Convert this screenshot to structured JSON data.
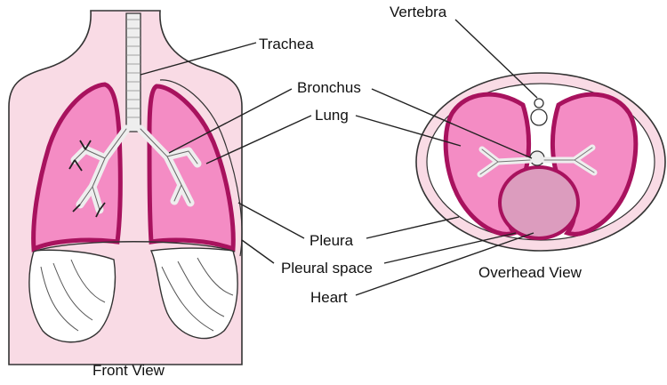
{
  "labels": {
    "trachea": "Trachea",
    "bronchus": "Bronchus",
    "lung": "Lung",
    "pleura": "Pleura",
    "pleural_space": "Pleural space",
    "heart": "Heart",
    "vertebra": "Vertebra",
    "front_view": "Front View",
    "overhead_view": "Overhead View"
  },
  "colors": {
    "body_fill": "#f9dbe5",
    "lung_fill": "#f48cc4",
    "lung_outline": "#a8125e",
    "airway_fill": "#eeeeee",
    "heart_fill": "#dc9cbe",
    "outline": "#333333"
  }
}
